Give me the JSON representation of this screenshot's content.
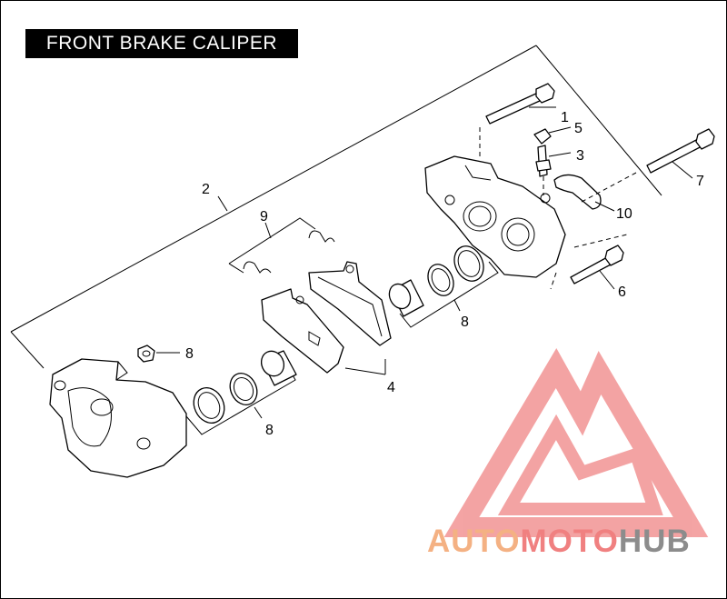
{
  "title": "FRONT BRAKE CALIPER",
  "callouts": {
    "c1": "1",
    "c2": "2",
    "c3": "3",
    "c4": "4",
    "c5": "5",
    "c6": "6",
    "c7": "7",
    "c8a": "8",
    "c8b": "8",
    "c8c": "8",
    "c9": "9",
    "c10": "10"
  },
  "watermark": {
    "part1": "AUTO",
    "part2": "MOTO",
    "part3": "HUB",
    "color1": "#f4b183",
    "color2": "#f08080",
    "color3": "#8c8c8c",
    "logo_color": "#f29494"
  }
}
